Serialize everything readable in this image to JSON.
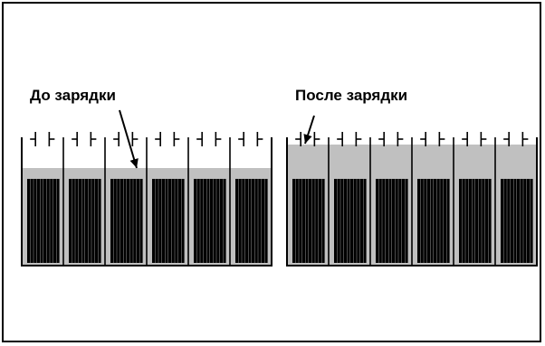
{
  "labels": {
    "before": "До зарядки",
    "after": "После зарядки"
  },
  "colors": {
    "outline": "#000000",
    "electrolyte": "#c0c0c0",
    "background": "#ffffff"
  },
  "batteries": {
    "before": {
      "cells": 6,
      "plates_per_cell": 5,
      "electrolyte_level": "low"
    },
    "after": {
      "cells": 6,
      "plates_per_cell": 5,
      "electrolyte_level": "high"
    }
  }
}
